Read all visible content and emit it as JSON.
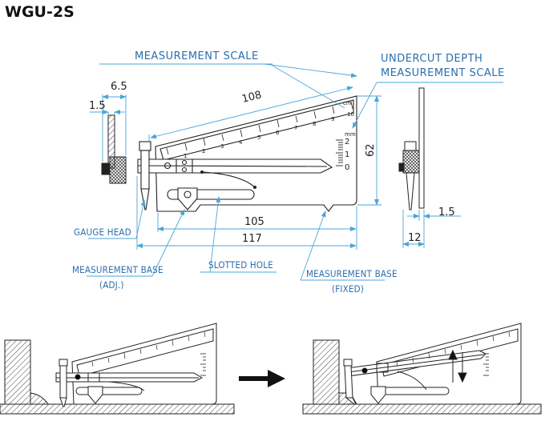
{
  "title": "WGU-2S",
  "labels": {
    "measurement_scale": "MEASUREMENT SCALE",
    "undercut_line1": "UNDERCUT DEPTH",
    "undercut_line2": "MEASUREMENT SCALE",
    "gauge_head": "GAUGE HEAD",
    "base_adj_line1": "MEASUREMENT BASE",
    "base_adj_line2": "(ADJ.)",
    "slotted_hole": "SLOTTED HOLE",
    "base_fixed_line1": "MEASUREMENT BASE",
    "base_fixed_line2": "(FIXED)"
  },
  "dimensions": {
    "d108": "108",
    "d62": "62",
    "d105": "105",
    "d117": "117",
    "d6_5": "6.5",
    "d1_5_left": "1.5",
    "d1_5_right": "1.5",
    "d12": "12"
  },
  "scale_marks": {
    "cm": "cm",
    "mm": "mm",
    "cm_numbers": [
      "1",
      "2",
      "3",
      "4",
      "5",
      "6",
      "7",
      "8",
      "9",
      "10"
    ],
    "depth_numbers": [
      "2",
      "1",
      "0"
    ]
  },
  "colors": {
    "label_blue": "#2a6fb0",
    "dim_line": "#4aa6d9",
    "line": "#222222",
    "arrow_fill": "#111111",
    "hatch": "#444444"
  }
}
